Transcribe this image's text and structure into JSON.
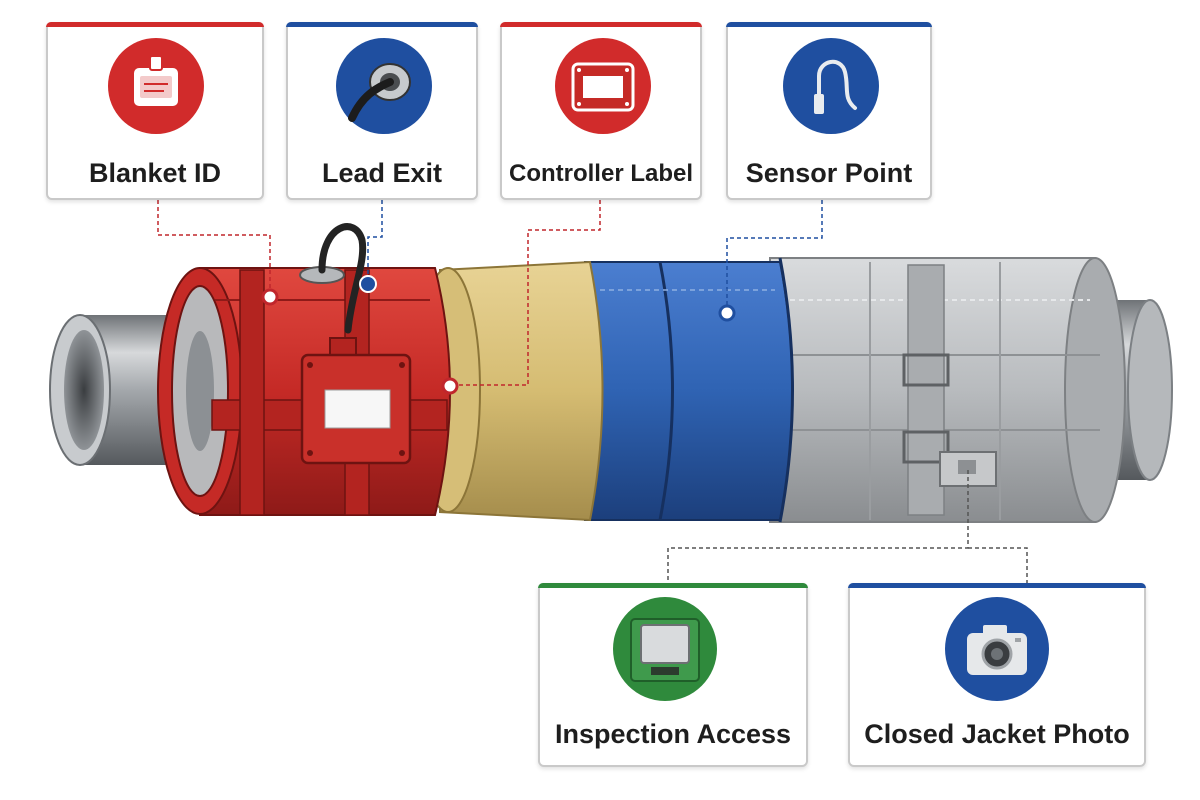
{
  "callouts": {
    "blanket_id": {
      "label": "Blanket ID",
      "icon": "id-tag-icon",
      "color": "#d12b2b"
    },
    "lead_exit": {
      "label": "Lead Exit",
      "icon": "cable-grommet-icon",
      "color": "#1f4fa0"
    },
    "controller_label": {
      "label": "Controller Label",
      "icon": "label-box-icon",
      "color": "#d12b2b"
    },
    "sensor_point": {
      "label": "Sensor Point",
      "icon": "sensor-probe-icon",
      "color": "#1f4fa0"
    },
    "inspection_access": {
      "label": "Inspection Access",
      "icon": "inspection-flap-icon",
      "color": "#2f8a3c"
    },
    "closed_jacket_photo": {
      "label": "Closed Jacket Photo",
      "icon": "camera-icon",
      "color": "#1f4fa0"
    }
  },
  "colors": {
    "pipe": "#9ea2a6",
    "red_blanket": "#c52a26",
    "mineral_wool": "#d9c078",
    "blue_jacket": "#2f63b3",
    "grey_jacket": "#b9bcbf",
    "leader_red": "#c0262c",
    "leader_dark": "#555555"
  }
}
